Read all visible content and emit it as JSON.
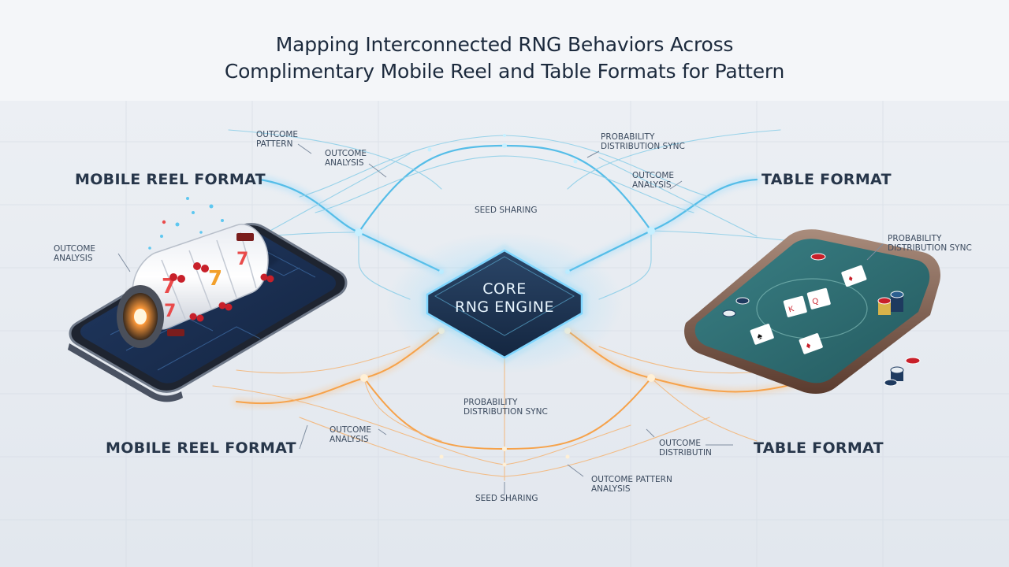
{
  "title": {
    "line1": "Mapping Interconnected RNG Behaviors Across",
    "line2": "Complimentary Mobile Reel and Table Formats for Pattern"
  },
  "core": {
    "line1": "CORE",
    "line2": "RNG ENGINE"
  },
  "formats": {
    "mobile_top": "MOBILE REEL FORMAT",
    "table_top": "TABLE FORMAT",
    "mobile_bottom": "MOBILE REEL FORMAT",
    "table_bottom": "TABLE FORMAT"
  },
  "annotations": {
    "outcome_pattern": {
      "line1": "OUTCOME",
      "line2": "PATTERN"
    },
    "outcome_analysis_top_left": {
      "line1": "OUTCOME",
      "line2": "ANALYSIS"
    },
    "probability_sync_top": {
      "line1": "PROBABILITY",
      "line2": "DISTRIBUTION SYNC"
    },
    "outcome_analysis_top_right": {
      "line1": "OUTCOME",
      "line2": "ANALYSIS"
    },
    "seed_sharing_top": "SEED SHARING",
    "outcome_analysis_left": {
      "line1": "OUTCOME",
      "line2": "ANALYSIS"
    },
    "probability_sync_right": {
      "line1": "PROBABILITY",
      "line2": "DISTRIBUTION SYNC"
    },
    "probability_sync_bottom": {
      "line1": "PROBABILITY",
      "line2": "DISTRIBUTION SYNC"
    },
    "outcome_analysis_bottom": {
      "line1": "OUTCOME",
      "line2": "ANALYSIS"
    },
    "outcome_distribution": {
      "line1": "OUTCOME",
      "line2": "DISTRIBUTIN"
    },
    "outcome_pattern_analysis": {
      "line1": "OUTCOME PATTERN",
      "line2": "ANALYSIS"
    },
    "seed_sharing_bottom": "SEED SHARING"
  },
  "reel_symbols": [
    "7",
    "7",
    "7",
    "BAR",
    "cherry",
    "cherry"
  ],
  "colors": {
    "background": "#e9edf2",
    "title": "#1c2a3d",
    "blue_flow": "#5ec7f0",
    "orange_flow": "#f6a24a",
    "core_fill": "#1f3550",
    "felt": "#2f6f73",
    "table_rim": "#6b4a3c",
    "phone_screen": "#1a2a4a"
  }
}
